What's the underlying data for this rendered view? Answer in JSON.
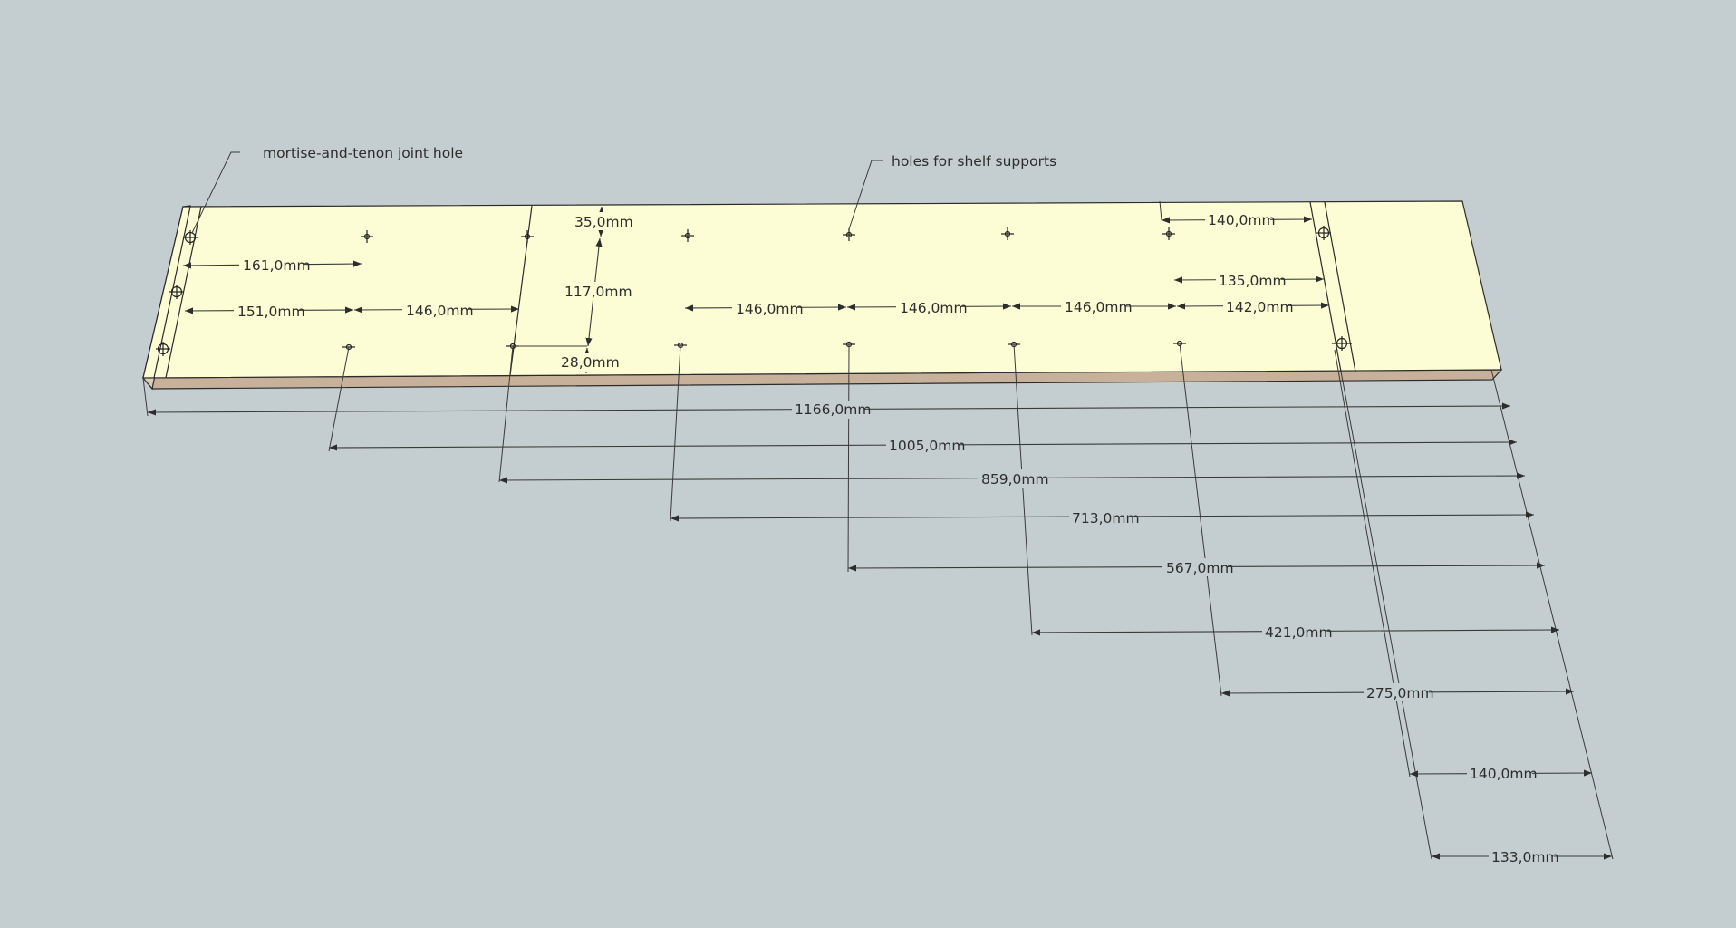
{
  "colors": {
    "background": "#c4ced0",
    "board_face": "#fdfdd5",
    "board_edge": "#c8b19a",
    "line": "#2b2b2b"
  },
  "callouts": {
    "mortise": "mortise-and-tenon joint hole",
    "shelf": "holes for shelf supports"
  },
  "dims": {
    "top_offset": "35,0mm",
    "mid_gap": "117,0mm",
    "bottom_offset": "28,0mm",
    "left_top": "161,0mm",
    "left_bottom": "151,0mm",
    "spacing_1": "146,0mm",
    "spacing_2": "146,0mm",
    "spacing_3": "146,0mm",
    "spacing_4": "146,0mm",
    "right_top": "140,0mm",
    "right_mid": "135,0mm",
    "right_bottom": "142,0mm",
    "overall_1166": "1166,0mm",
    "run_1005": "1005,0mm",
    "run_859": "859,0mm",
    "run_713": "713,0mm",
    "run_567": "567,0mm",
    "run_421": "421,0mm",
    "run_275": "275,0mm",
    "run_140": "140,0mm",
    "run_133": "133,0mm"
  }
}
